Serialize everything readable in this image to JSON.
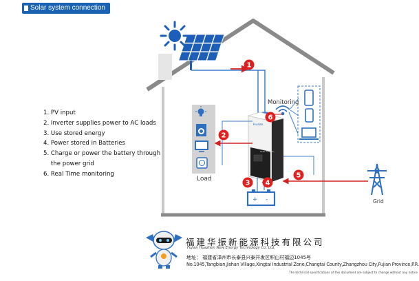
{
  "header": {
    "title": "Solar system connection"
  },
  "steps": [
    "1. PV input",
    "2. Inverter supplies power to AC loads",
    "3. Use stored energy",
    "4. Power stored in Batteries",
    "5. Charge or power the battery through",
    "    the power grid",
    "6. Real Time monitoring"
  ],
  "labels": {
    "monitoring": "Monitoring",
    "load": "Load",
    "grid": "Grid",
    "battery_plus": "+",
    "battery_minus": "-",
    "inverter_brand": "Huaze",
    "inverter_panel": "Solar Inverter"
  },
  "markers": [
    "1",
    "2",
    "3",
    "4",
    "5",
    "6"
  ],
  "company": {
    "name_cn": "福建华振新能源科技有限公司",
    "name_en": "Fujian Huazhen New Energy Technology Co. Ltd.",
    "address_cn": "地址：  福建省漳州市长泰县兴泰开发区积山村福边1045号",
    "address_en": "No.1045,Tangbian,Jishan Village,Xingtai Industrial Zone,Changtai County,Zhangzhou City,Fujian Province,P.R.China",
    "disclaimer": "The technical specifications of this document are subject to change without any notice"
  },
  "colors": {
    "accent": "#1a62b3",
    "marker_red": "#e0201f",
    "house": "#8a8a8a",
    "line_blue": "#3f7fd0",
    "icon_blue": "#2e6fc0"
  }
}
